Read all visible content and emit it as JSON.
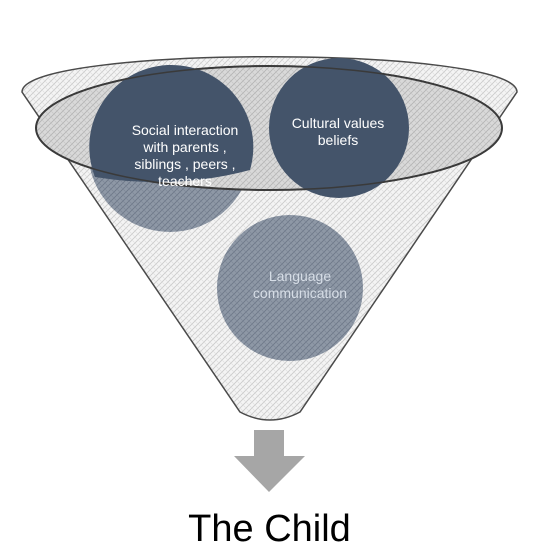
{
  "diagram": {
    "circles": [
      {
        "id": "social",
        "label": "Social interaction\nwith parents ,\nsiblings , peers ,\nteachers",
        "color": "#44546a"
      },
      {
        "id": "cultural",
        "label": "Cultural values\nbeliefs",
        "color": "#44546a"
      },
      {
        "id": "language",
        "label": "Language\ncommunication",
        "color": "#8a96a5"
      }
    ],
    "output": "The Child",
    "colors": {
      "funnel_outline": "#3f3f3f",
      "funnel_fill": "#f2f2f2",
      "arrow": "#a6a6a6",
      "circle_dark": "#44546a"
    },
    "icons": {
      "arrow": "down-arrow-icon"
    }
  }
}
